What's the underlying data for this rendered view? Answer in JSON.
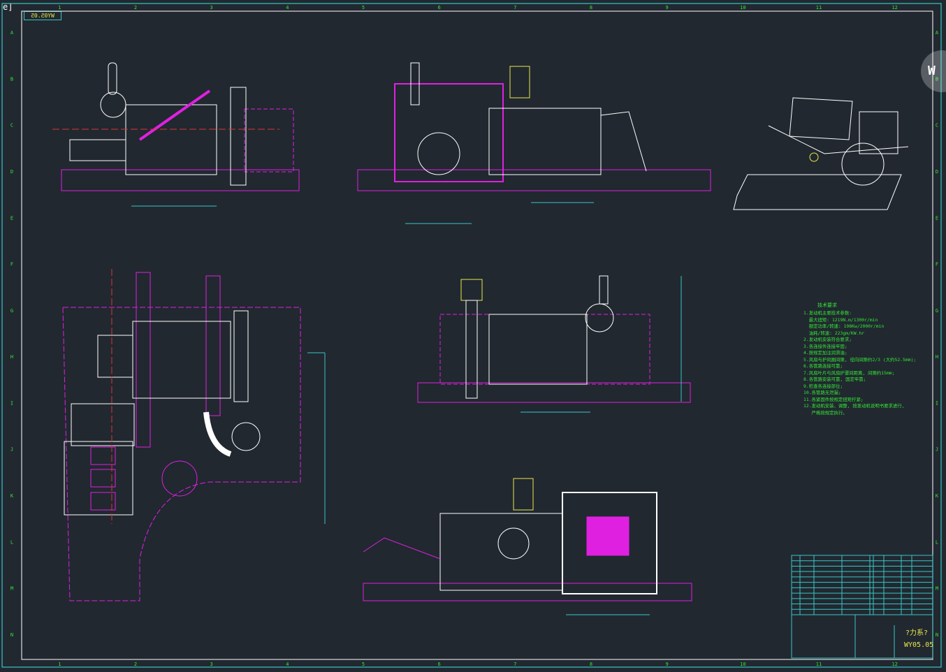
{
  "window": {
    "title_fragment": "e]"
  },
  "sheet": {
    "drawing_number_mirrored": "WY05.05",
    "column_labels": [
      "1",
      "2",
      "3",
      "4",
      "5",
      "6",
      "7",
      "8",
      "9",
      "10",
      "11",
      "12"
    ],
    "row_labels": [
      "A",
      "B",
      "C",
      "D",
      "E",
      "F",
      "G",
      "H",
      "I",
      "J",
      "K",
      "L",
      "M",
      "N"
    ]
  },
  "tech_requirements": {
    "heading": "技术要求",
    "lines": [
      "1.发动机主要技术参数:",
      "  最大扭矩: 1219N.m/1300r/min",
      "  额定功率/转速: 198Kw/2000r/min",
      "  油耗/转速: 223gm/KW.hr",
      "2.发动机安装符合要求;",
      "3.各连接件连接牢固;",
      "4.按规定加注润滑油;",
      "5.风扇与护风圈间隙, 径向间隙约2/3 (大约52.5mm);",
      "6.各管路连接可靠;",
      "7.风扇叶片与风扇护罩间距离, 间隙约15mm;",
      "8.各管路安装可靠, 固定牢靠;",
      "9.检查各连接部位;",
      "10.各管路无泄漏;",
      "11.各紧固件按规定扭矩拧紧;",
      "12.发动机安装、调整, 按发动机说明书要求进行,",
      "   严格按规定执行。"
    ]
  },
  "title_block": {
    "name": "?力系?",
    "code": "WY05.05"
  },
  "colors": {
    "background": "#212830",
    "frame": "#37c6c6",
    "magenta": "#e020e0",
    "white": "#ffffff",
    "green": "#34e834",
    "yellow": "#e8e84a"
  }
}
